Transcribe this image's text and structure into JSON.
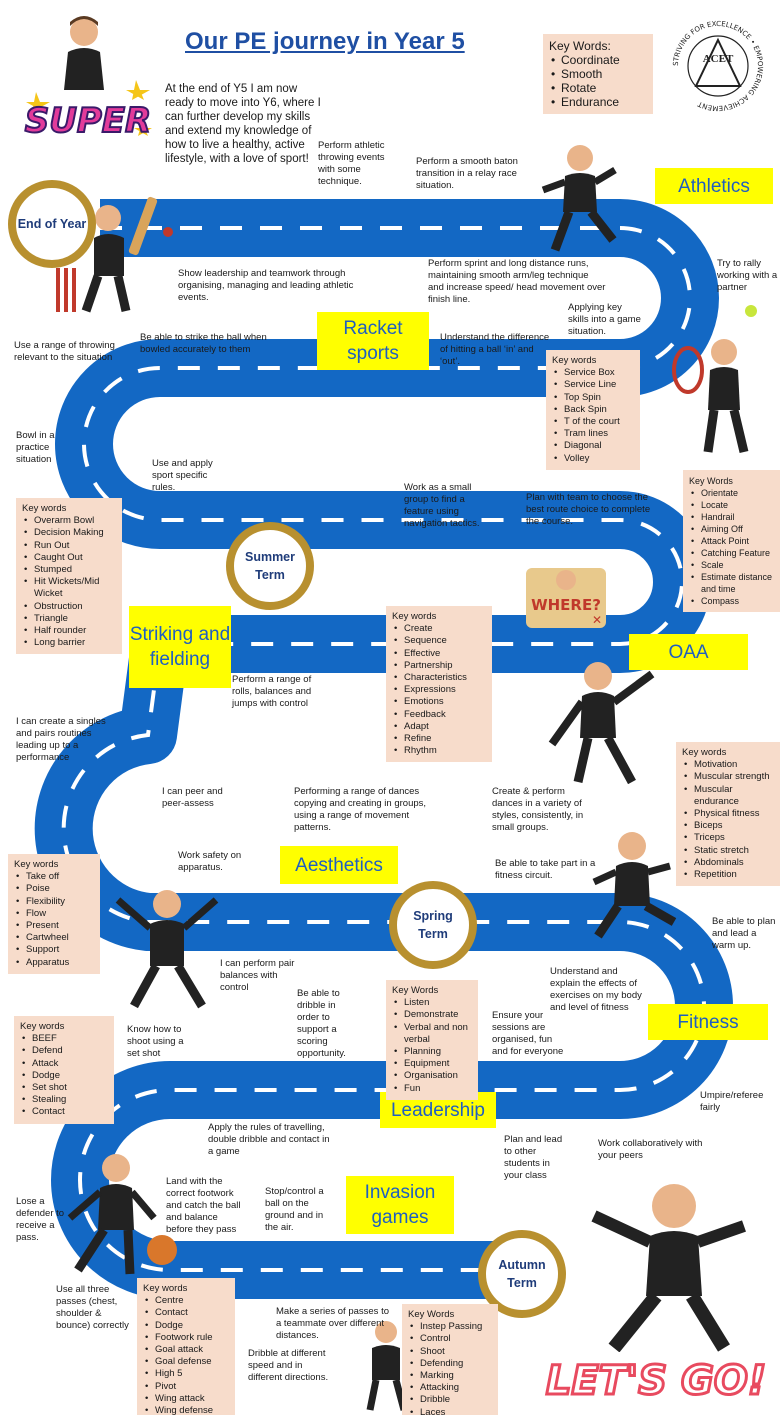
{
  "title": "Our PE journey in Year 5",
  "intro": "At the end of Y5 I am now ready to move into Y6, where I can further develop my skills and extend my knowledge of how to live a healthy, active lifestyle, with a love of sport!",
  "logo": {
    "ring_text": "STRIVING FOR EXCELLENCE • EMPOWERING ACHIEVEMENT",
    "center": "ACET"
  },
  "stickers": {
    "super": "SUPER",
    "where": "WHERE?",
    "letsgo": "LET'S GO!"
  },
  "terms": {
    "end": "End of Year",
    "summer": "Summer Term",
    "spring": "Spring Term",
    "autumn": "Autumn Term"
  },
  "labels": {
    "athletics": "Athletics",
    "racket": "Racket sports",
    "striking": "Striking and fielding",
    "oaa": "OAA",
    "aesthetics": "Aesthetics",
    "fitness": "Fitness",
    "leadership": "Leadership",
    "invasion": "Invasion games"
  },
  "keywords": {
    "athletics": {
      "title": "Key Words:",
      "items": [
        "Coordinate",
        "Smooth",
        "Rotate",
        "Endurance"
      ]
    },
    "racket": {
      "title": "Key words",
      "items": [
        "Service Box",
        "Service Line",
        "Top Spin",
        "Back Spin",
        "T of the court",
        "Tram lines",
        "Diagonal",
        "Volley"
      ]
    },
    "oaa": {
      "title": "Key Words",
      "items": [
        "Orientate",
        "Locate",
        "Handrail",
        "Aiming Off",
        "Attack Point",
        "Catching Feature",
        "Scale",
        "Estimate distance and time",
        "Compass"
      ]
    },
    "striking": {
      "title": "Key words",
      "items": [
        "Overarm Bowl",
        "Decision Making",
        "Run Out",
        "Caught Out",
        "Stumped",
        "Hit Wickets/Mid Wicket",
        "Obstruction",
        "Triangle",
        "Half rounder",
        "Long barrier"
      ]
    },
    "dance": {
      "title": "Key words",
      "items": [
        "Create",
        "Sequence",
        "Effective",
        "Partnership",
        "Characteristics",
        "Expressions",
        "Emotions",
        "Feedback",
        "Adapt",
        "Refine",
        "Rhythm"
      ]
    },
    "fitness": {
      "title": "Key words",
      "items": [
        "Motivation",
        "Muscular strength",
        "Muscular endurance",
        "Physical fitness",
        "Biceps",
        "Triceps",
        "Static stretch",
        "Abdominals",
        "Repetition"
      ]
    },
    "gym": {
      "title": "Key words",
      "items": [
        "Take off",
        "Poise",
        "Flexibility",
        "Flow",
        "Present",
        "Cartwheel",
        "Support",
        "Apparatus"
      ]
    },
    "leadership": {
      "title": "Key Words",
      "items": [
        "Listen",
        "Demonstrate",
        "Verbal and non verbal",
        "Planning",
        "Equipment",
        "Organisation",
        "Fun"
      ]
    },
    "netball": {
      "title": "Key words",
      "items": [
        "BEEF",
        "Defend",
        "Attack",
        "Dodge",
        "Set shot",
        "Stealing",
        "Contact"
      ]
    },
    "invasion": {
      "title": "Key words",
      "items": [
        "Centre",
        "Contact",
        "Dodge",
        "Footwork rule",
        "Goal attack",
        "Goal defense",
        "High 5",
        "Pivot",
        "Wing attack",
        "Wing defense"
      ]
    },
    "football": {
      "title": "Key Words",
      "items": [
        "Instep Passing",
        "Control",
        "Shoot",
        "Defending",
        "Marking",
        "Attacking",
        "Dribble",
        "Laces"
      ]
    }
  },
  "notes": {
    "n1": "Perform athletic throwing events with some technique.",
    "n2": "Perform a smooth baton transition in a relay race situation.",
    "n3": "Show leadership and teamwork through organising, managing and leading athletic events.",
    "n4": "Perform sprint and long distance runs, maintaining smooth arm/leg technique and increase speed/ head movement over finish line.",
    "n5": "Try to rally working with a partner",
    "n6": "Applying key skills into a game situation.",
    "n7": "Use a range of throwing relevant to the situation",
    "n8": "Be able to strike the ball when bowled accurately to them",
    "n9": "Understand the difference of hitting a ball ‘in’ and ‘out’.",
    "n10": "Bowl in a practice situation",
    "n11": "Use and apply sport specific rules.",
    "n12": "Work as a small group to find a feature using navigation tactics.",
    "n13": "Plan with team to choose the best route choice to complete the course.",
    "n14": "Perform a range of rolls, balances and jumps with control",
    "n15": "I can create a singles and pairs routines leading up to a performance",
    "n16": "I can peer and peer-assess",
    "n17": "Performing a range of dances copying and creating in groups, using a range of movement patterns.",
    "n18": "Create & perform dances in a variety of styles, consistently, in small groups.",
    "n19": "Work safety on apparatus.",
    "n20": "Be able to take part in a fitness circuit.",
    "n21": "Be able to plan and lead a warm up.",
    "n22": "I can perform pair balances with control",
    "n23": "Understand and explain the effects of exercises on my body and level of fitness",
    "n24": "Know how to shoot using a set shot",
    "n25": "Be able to dribble in order to support a scoring opportunity.",
    "n26": "Ensure your sessions are organised, fun and for everyone",
    "n27": "Umpire/referee fairly",
    "n28": "Apply the rules of travelling, double dribble and contact in a game",
    "n29": "Plan and lead to other students in your class",
    "n30": "Work collaboratively with your peers",
    "n31": "Lose a defender to receive a pass.",
    "n32": "Land with the correct footwork and catch the ball and balance before they pass",
    "n33": "Stop/control a ball on the ground and in the air.",
    "n34": "Use all three passes (chest, shoulder & bounce) correctly",
    "n35": "Dribble at different speed and in different directions.",
    "n36": "Make a series of passes to a teammate over different distances."
  },
  "colors": {
    "road": "#1368c4",
    "term_ring": "#b8902f",
    "title": "#1f4fa3",
    "label_bg": "#ffff00",
    "label_text": "#1f5fc0",
    "keyword_bg": "#f7dccb"
  },
  "icons": [
    "bitmoji-avatar",
    "cricket-stumps-icon",
    "tennis-racket-icon",
    "treasure-map-icon",
    "basketball-icon"
  ]
}
